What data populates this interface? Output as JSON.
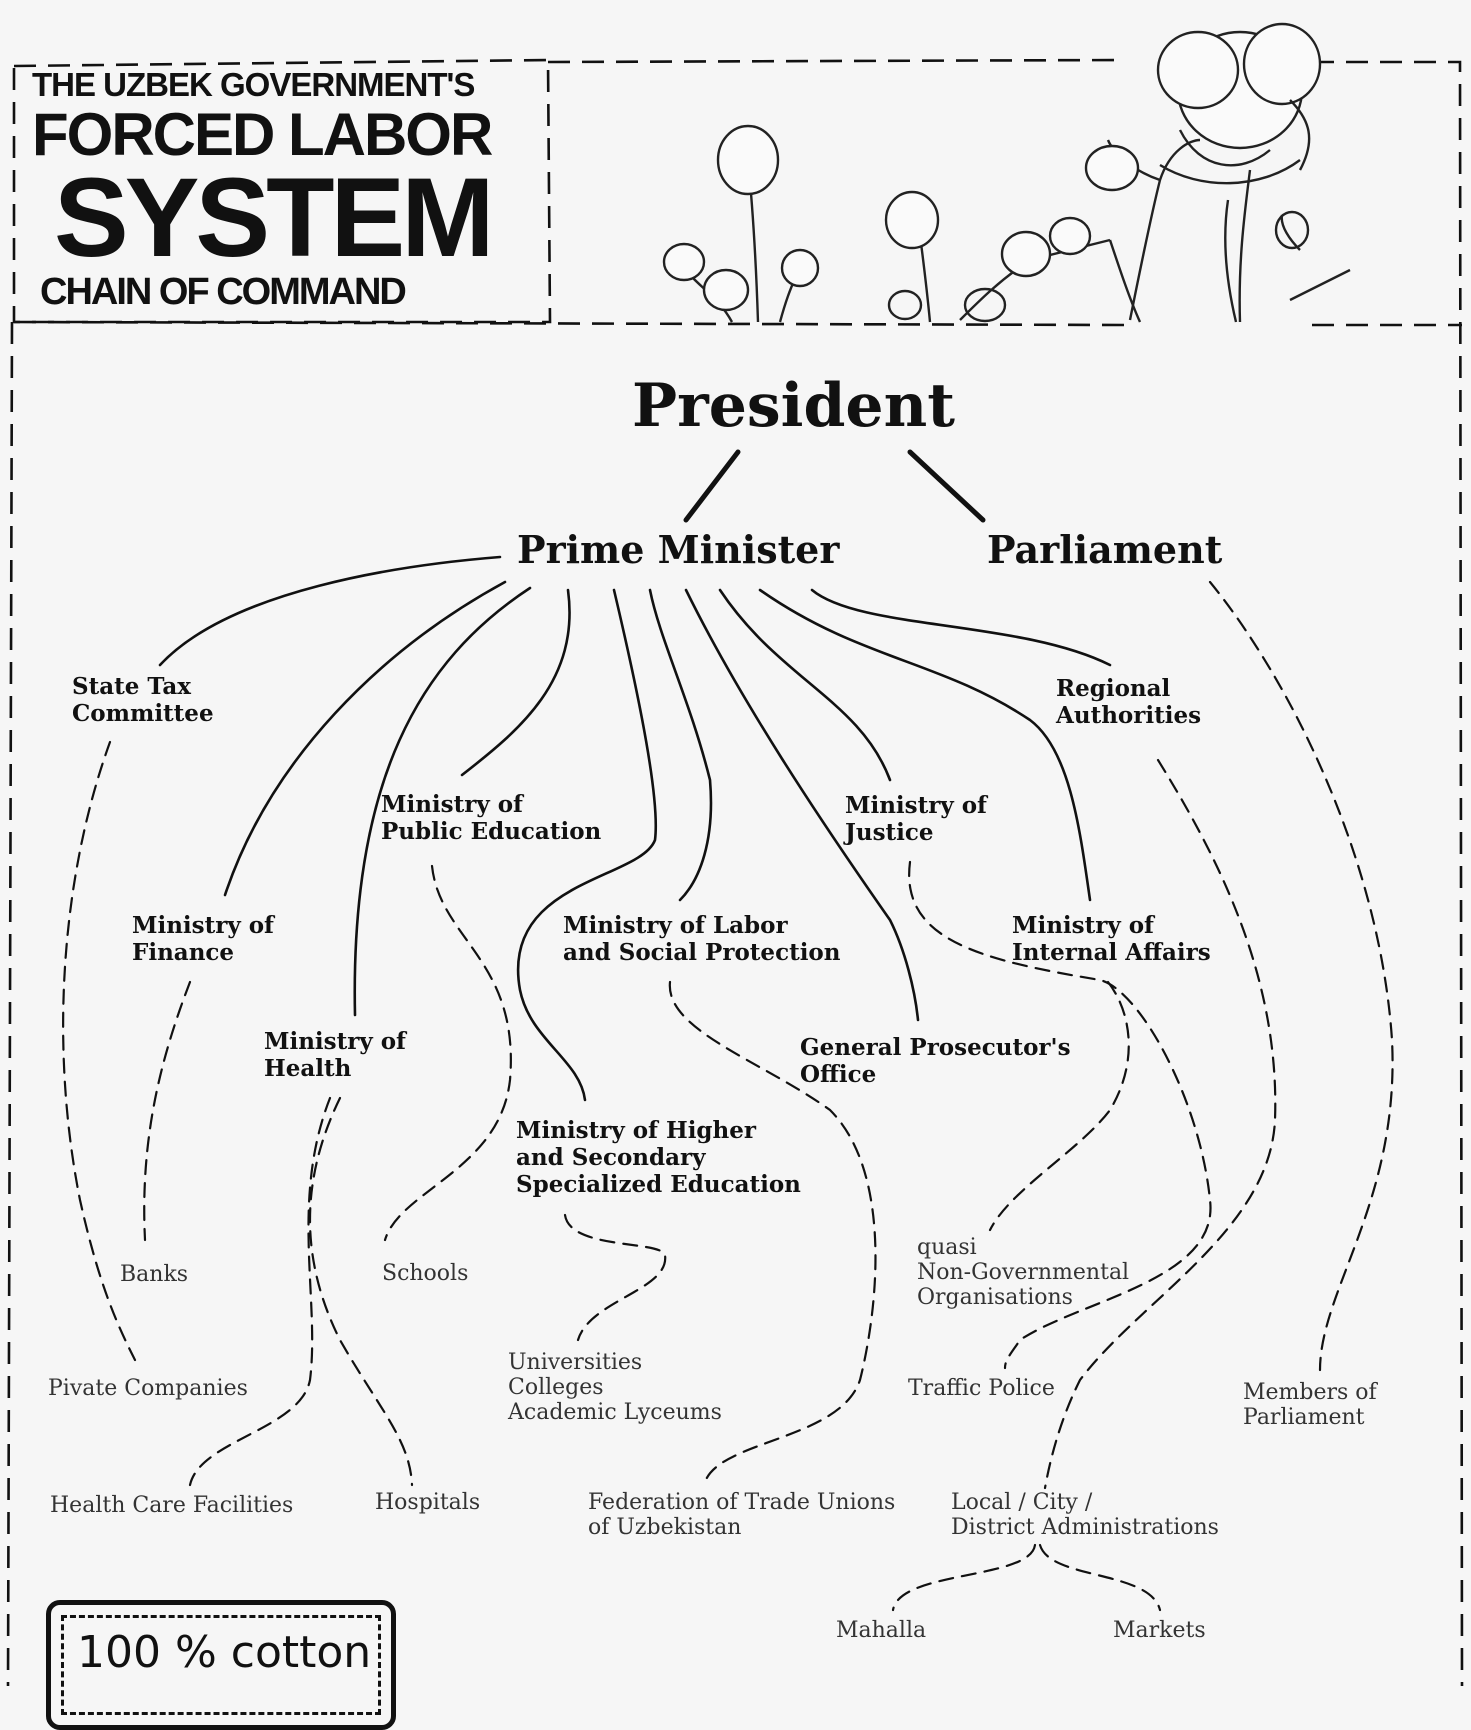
{
  "title": {
    "line1": "THE UZBEK GOVERNMENT'S",
    "line2": "FORCED LABOR",
    "line3": "SYSTEM",
    "line4": "CHAIN OF COMMAND"
  },
  "illustration": {
    "subject": "cotton plants sketch"
  },
  "nodes": {
    "president": "President",
    "prime_minister": "Prime Minister",
    "parliament": "Parliament",
    "state_tax": "State Tax\nCommittee",
    "finance": "Ministry of\nFinance",
    "health": "Ministry of\nHealth",
    "public_education": "Ministry of\nPublic Education",
    "higher_education": "Ministry of Higher\nand Secondary\nSpecialized Education",
    "labor": "Ministry of Labor\nand Social Protection",
    "prosecutor": "General Prosecutor's\nOffice",
    "justice": "Ministry of\nJustice",
    "internal_affairs": "Ministry of\nInternal Affairs",
    "regional": "Regional\nAuthorities",
    "banks": "Banks",
    "private_companies": "Pivate Companies",
    "health_care": "Health Care Facilities",
    "hospitals": "Hospitals",
    "schools": "Schools",
    "universities": "Universities\nColleges\nAcademic Lyceums",
    "trade_unions": "Federation of Trade Unions\nof Uzbekistan",
    "quasi_ngo": "quasi\nNon-Governmental\nOrganisations",
    "traffic_police": "Traffic Police",
    "local_admin": "Local /  City /\nDistrict Administrations",
    "members_parliament": "Members of\nParliament",
    "mahalla": "Mahalla",
    "markets": "Markets"
  },
  "stamp": {
    "text": "100 % cotton"
  }
}
